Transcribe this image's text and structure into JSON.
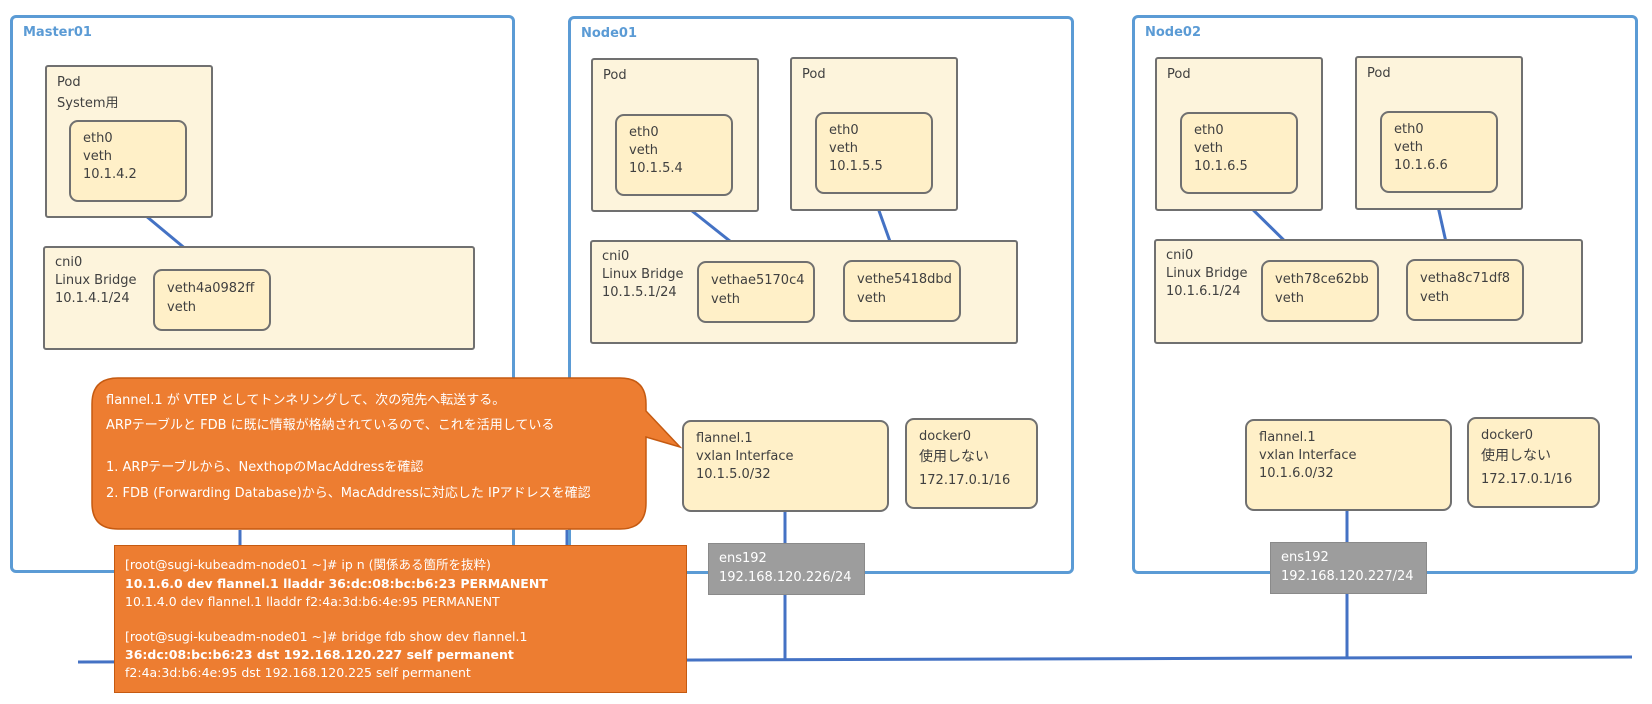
{
  "nodes": {
    "master": {
      "title": "Master01",
      "pod": {
        "title": "Pod",
        "subtitle": "System用",
        "eth": [
          "eth0",
          "veth",
          "10.1.4.2"
        ]
      },
      "bridge": {
        "lines": [
          "cni0",
          "Linux Bridge",
          "10.1.4.1/24"
        ],
        "veths": [
          [
            "veth4a0982ff",
            "veth"
          ]
        ]
      }
    },
    "node01": {
      "title": "Node01",
      "pods": [
        {
          "title": "Pod",
          "eth": [
            "eth0",
            "veth",
            "10.1.5.4"
          ]
        },
        {
          "title": "Pod",
          "eth": [
            "eth0",
            "veth",
            "10.1.5.5"
          ]
        }
      ],
      "bridge": {
        "lines": [
          "cni0",
          "Linux Bridge",
          "10.1.5.1/24"
        ],
        "veths": [
          [
            "vethae5170c4",
            "veth"
          ],
          [
            "vethe5418dbd",
            "veth"
          ]
        ]
      },
      "flannel": [
        "flannel.1",
        "vxlan Interface",
        "10.1.5.0/32"
      ],
      "docker": [
        "docker0",
        "使用しない",
        "172.17.0.1/16"
      ],
      "nic": [
        "ens192",
        "192.168.120.226/24"
      ]
    },
    "node02": {
      "title": "Node02",
      "pods": [
        {
          "title": "Pod",
          "eth": [
            "eth0",
            "veth",
            "10.1.6.5"
          ]
        },
        {
          "title": "Pod",
          "eth": [
            "eth0",
            "veth",
            "10.1.6.6"
          ]
        }
      ],
      "bridge": {
        "lines": [
          "cni0",
          "Linux Bridge",
          "10.1.6.1/24"
        ],
        "veths": [
          [
            "veth78ce62bb",
            "veth"
          ],
          [
            "vetha8c71df8",
            "veth"
          ]
        ]
      },
      "flannel": [
        "flannel.1",
        "vxlan Interface",
        "10.1.6.0/32"
      ],
      "docker": [
        "docker0",
        "使用しない",
        "172.17.0.1/16"
      ],
      "nic": [
        "ens192",
        "192.168.120.227/24"
      ]
    }
  },
  "callout": {
    "lines": [
      "flannel.1 が VTEP としてトンネリングして、次の宛先へ転送する。",
      "ARPテーブルと FDB に既に情報が格納されているので、これを活用している",
      "1. ARPテーブルから、NexthopのMacAddressを確認",
      "2. FDB (Forwarding Database)から、MacAddressに対応した IPアドレスを確認"
    ]
  },
  "terminal": {
    "lines": [
      {
        "text": "[root@sugi-kubeadm-node01 ~]# ip n (関係ある箇所を抜粋)",
        "bold": false
      },
      {
        "text": "10.1.6.0 dev flannel.1 lladdr 36:dc:08:bc:b6:23 PERMANENT",
        "bold": true
      },
      {
        "text": "10.1.4.0 dev flannel.1 lladdr f2:4a:3d:b6:4e:95 PERMANENT",
        "bold": false
      },
      {
        "text": "[root@sugi-kubeadm-node01 ~]# bridge fdb show dev flannel.1",
        "bold": false
      },
      {
        "text": "36:dc:08:bc:b6:23 dst 192.168.120.227 self permanent",
        "bold": true
      },
      {
        "text": "f2:4a:3d:b6:4e:95 dst 192.168.120.225 self permanent",
        "bold": false
      }
    ]
  },
  "colors": {
    "node_border": "#5b9bd5",
    "wire": "#4472c4",
    "callout": "#ed7d31",
    "nic": "#9d9d9d",
    "pod_fill": "#fdf4dc",
    "iface_fill": "#fff0c8"
  }
}
